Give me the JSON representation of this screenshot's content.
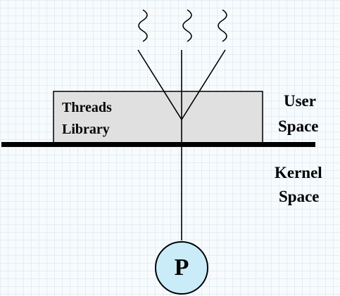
{
  "library": {
    "line1": "Threads",
    "line2": "Library"
  },
  "user_space": {
    "line1": "User",
    "line2": "Space"
  },
  "kernel_space": {
    "line1": "Kernel",
    "line2": "Space"
  },
  "process": {
    "label": "P"
  },
  "threads": {
    "count": 3
  },
  "colors": {
    "background": "#f7fbfd",
    "grid": "#e3eef4",
    "library_fill": "#e0e0e0",
    "process_fill": "#c9ecf8",
    "line": "#000000"
  }
}
